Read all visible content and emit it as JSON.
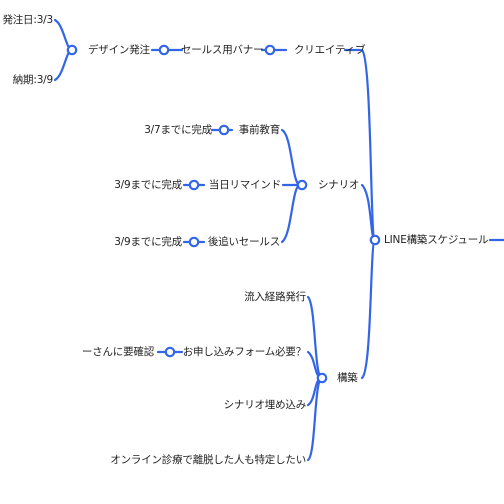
{
  "theme": {
    "line_color": "#3366e6",
    "text_color": "#222222",
    "background": "#ffffff"
  },
  "root": {
    "label": "LINE構築スケジュール"
  },
  "branches": {
    "creative": {
      "label": "クリエイティブ",
      "child": "セールス用バナー",
      "grandchild": "デザイン発注",
      "details": [
        "発注日:3/3",
        "納期:3/9"
      ]
    },
    "scenario": {
      "label": "シナリオ",
      "items": [
        {
          "label": "事前教育",
          "note": "3/7までに完成"
        },
        {
          "label": "当日リマインド",
          "note": "3/9までに完成"
        },
        {
          "label": "後追いセールス",
          "note": "3/9までに完成"
        }
      ]
    },
    "build": {
      "label": "構築",
      "items": [
        {
          "label": "流入経路発行"
        },
        {
          "label": "お申し込みフォーム必要？",
          "note": "ーさんに要確認"
        },
        {
          "label": "シナリオ埋め込み"
        },
        {
          "label": "オンライン診療で離脱した人も特定したい"
        }
      ]
    }
  }
}
